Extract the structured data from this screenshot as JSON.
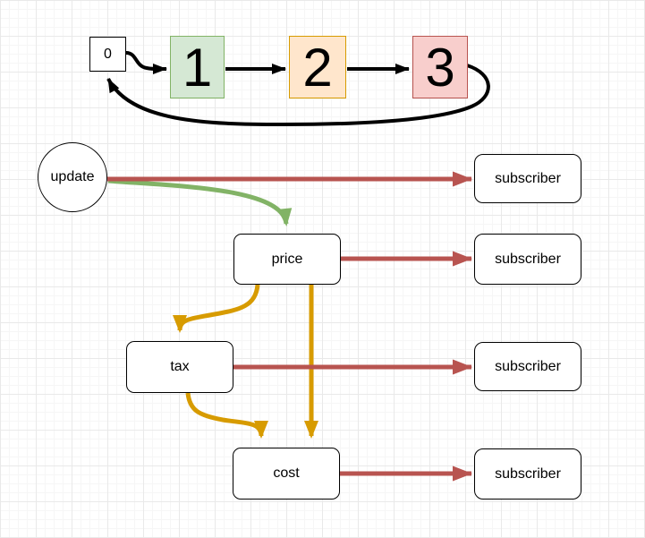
{
  "diagram": {
    "sequence": {
      "node0": "0",
      "node1": "1",
      "node2": "2",
      "node3": "3"
    },
    "flow": {
      "source": "update",
      "price": "price",
      "tax": "tax",
      "cost": "cost"
    },
    "subscribers": [
      "subscriber",
      "subscriber",
      "subscriber",
      "subscriber"
    ],
    "colors": {
      "sequence_node1_fill": "#d5e8d4",
      "sequence_node1_stroke": "#82b366",
      "sequence_node2_fill": "#ffe6cc",
      "sequence_node2_stroke": "#d79b00",
      "sequence_node3_fill": "#f8cecc",
      "sequence_node3_stroke": "#b85450",
      "connector_black": "#000000",
      "connector_green": "#82b366",
      "connector_orange": "#d79b00",
      "connector_red": "#b85450",
      "grid_minor": "#f6f6f6",
      "grid_major": "#e9e9e9",
      "background": "#ffffff"
    }
  }
}
